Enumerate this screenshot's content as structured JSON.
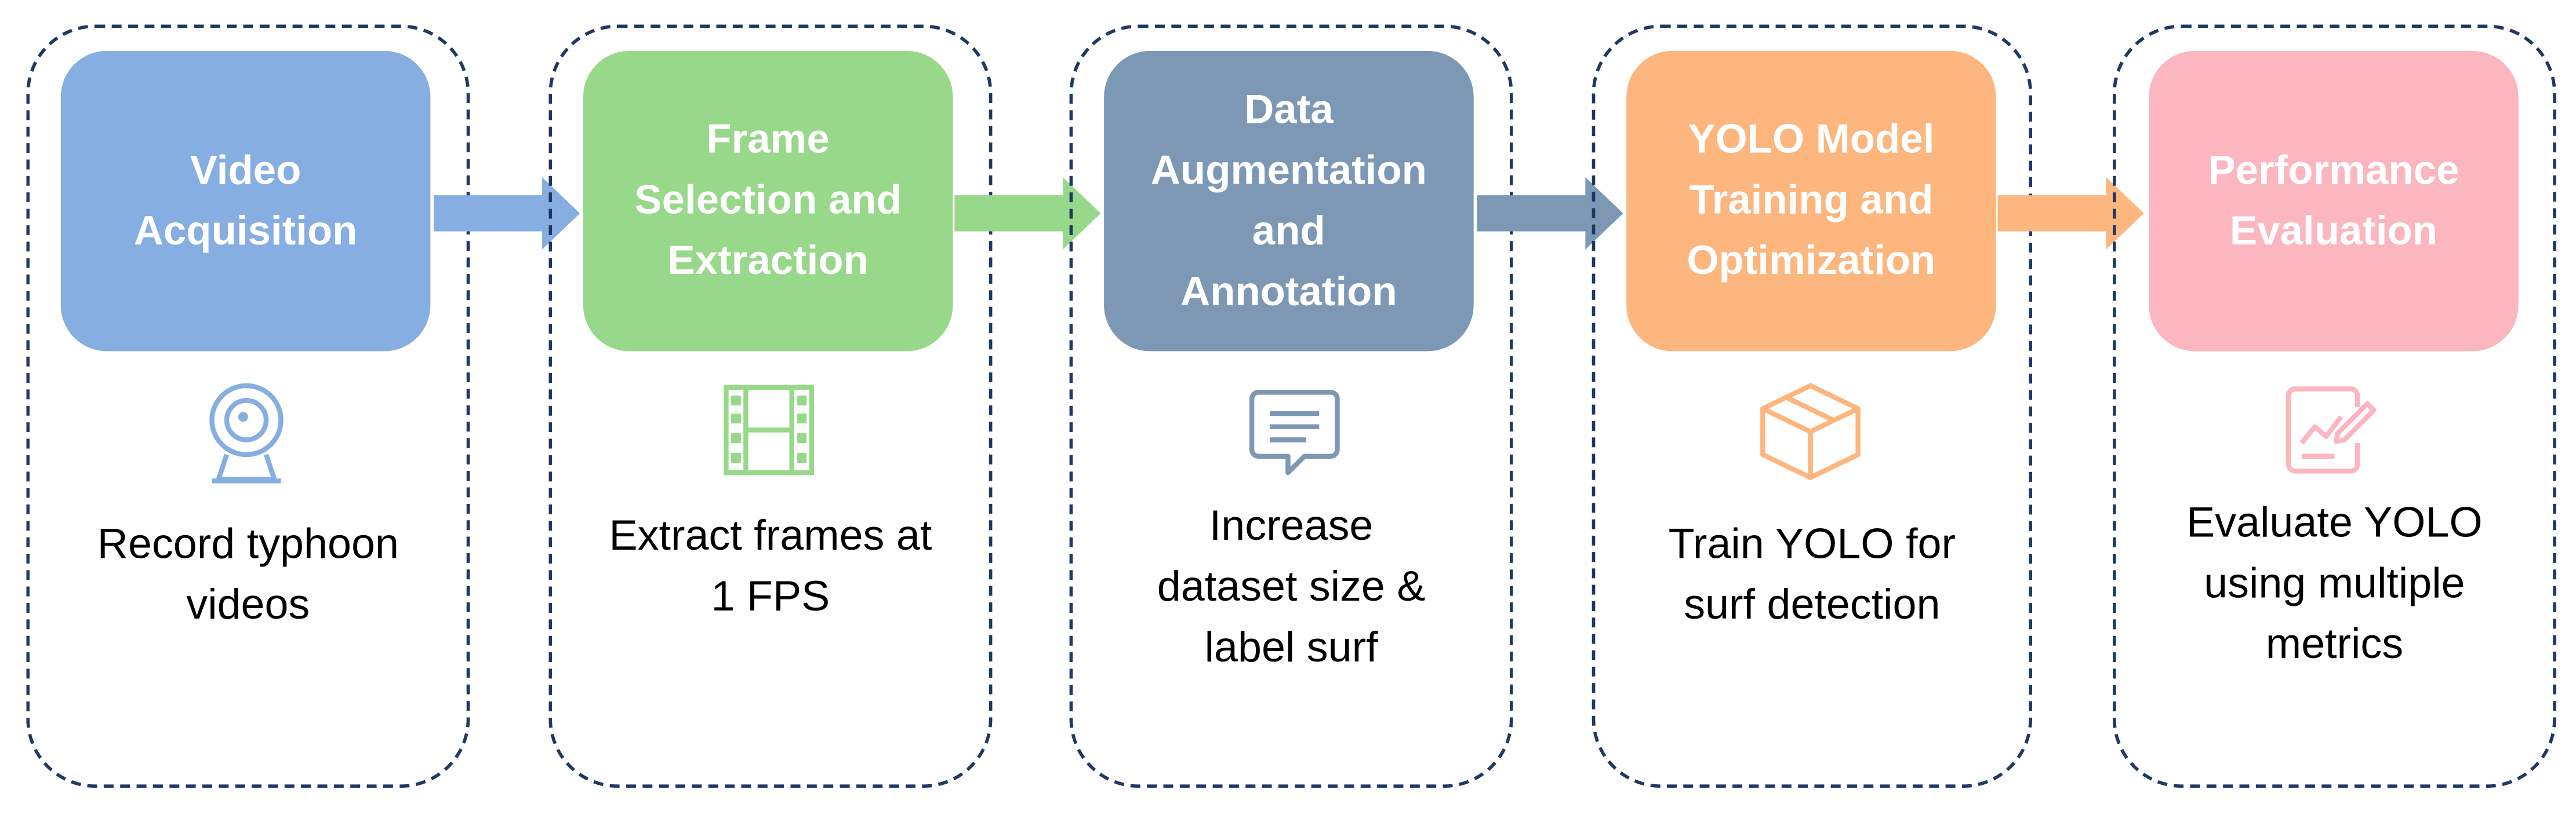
{
  "colors": {
    "panel_border": "#1f3864",
    "step1": "#86aee0",
    "step2": "#98d88a",
    "step3": "#7c98b4",
    "step4": "#fcb67e",
    "step5": "#fcb6c0"
  },
  "steps": [
    {
      "title": "Video\nAcquisition",
      "description": "Record typhoon\nvideos",
      "icon": "webcam-icon"
    },
    {
      "title": "Frame\nSelection and\nExtraction",
      "description": "Extract frames at\n1 FPS",
      "icon": "film-strip-icon"
    },
    {
      "title": "Data\nAugmentation\nand\nAnnotation",
      "description": "Increase\ndataset size &\nlabel surf",
      "icon": "message-icon"
    },
    {
      "title": "YOLO Model\nTraining and\nOptimization",
      "description": "Train YOLO for\nsurf detection",
      "icon": "cube-icon"
    },
    {
      "title": "Performance\nEvaluation",
      "description": "Evaluate YOLO\nusing multiple\nmetrics",
      "icon": "chart-edit-icon"
    }
  ]
}
